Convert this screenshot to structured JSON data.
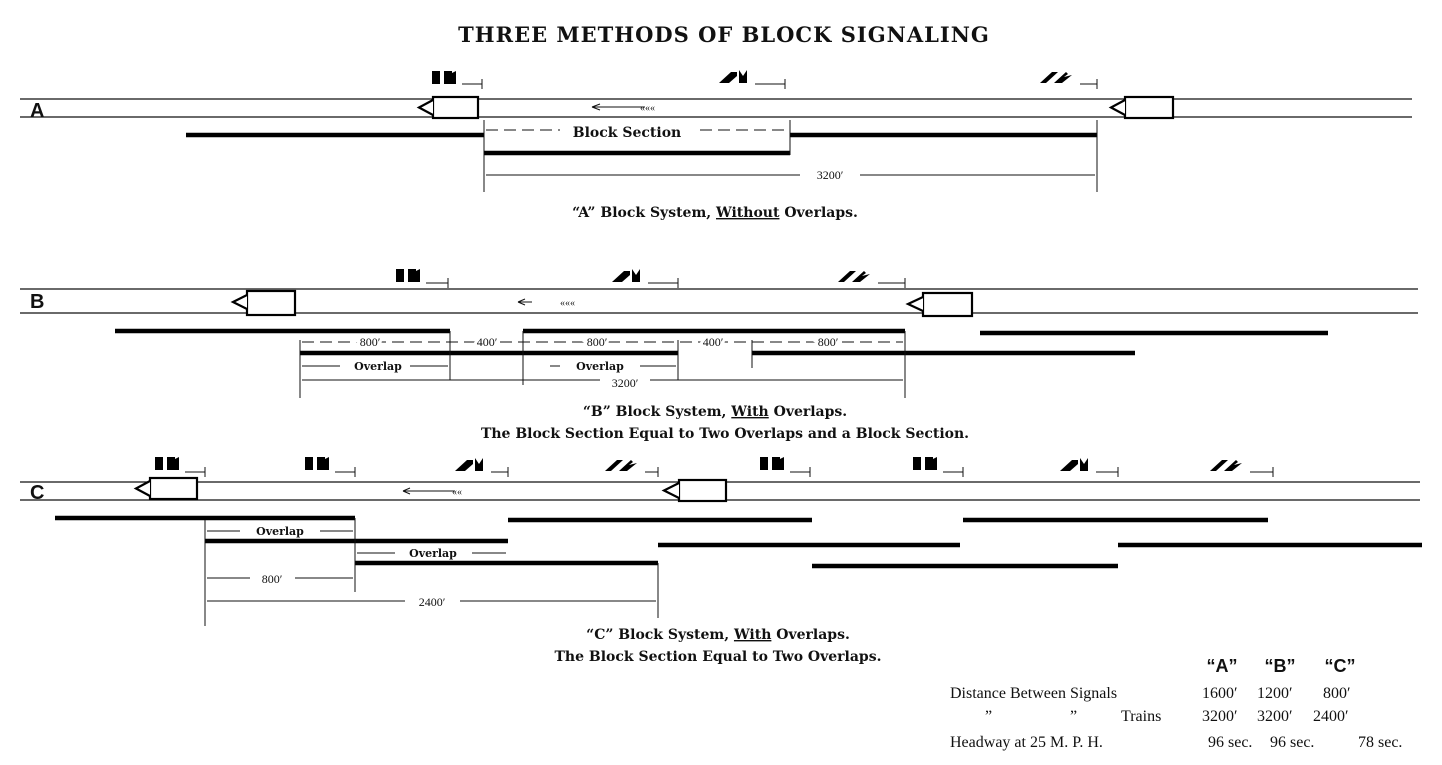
{
  "title": "THREE METHODS OF BLOCK SIGNALING",
  "signal_aspects": [
    "stop-stop",
    "clear-stop",
    "clear-clear"
  ],
  "diagram_a": {
    "label": "A",
    "block_section": "Block Section",
    "distance": "3200′",
    "caption": {
      "pre": "“A” Block System, ",
      "emph": "Without",
      "post": " Overlaps."
    }
  },
  "diagram_b": {
    "label": "B",
    "dims": [
      "800′",
      "400′",
      "800′",
      "400′",
      "800′"
    ],
    "overlap": "Overlap",
    "distance": "3200′",
    "caption": {
      "pre": "“B” Block System, ",
      "emph": "With",
      "post": " Overlaps."
    },
    "caption2": "The Block Section Equal to Two Overlaps and a Block Section."
  },
  "diagram_c": {
    "label": "C",
    "overlap": "Overlap",
    "dim_short": "800′",
    "dim_long": "2400′",
    "caption": {
      "pre": "“C” Block System, ",
      "emph": "With",
      "post": " Overlaps."
    },
    "caption2": "The Block Section Equal to Two Overlaps."
  },
  "table": {
    "headers": [
      "“A”",
      "“B”",
      "“C”"
    ],
    "rows": [
      {
        "label": "Distance Between Signals",
        "values": [
          "1600′",
          "1200′",
          "800′"
        ]
      },
      {
        "ditto1": "”",
        "ditto2": "”",
        "label": "Trains",
        "values": [
          "3200′",
          "3200′",
          "2400′"
        ]
      },
      {
        "label": "Headway at 25 M. P. H.",
        "values": [
          "96 sec.",
          "96 sec.",
          "78 sec."
        ]
      }
    ]
  }
}
